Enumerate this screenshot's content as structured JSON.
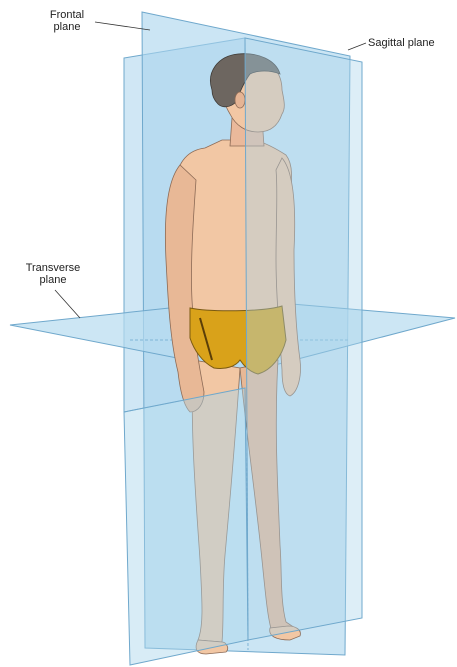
{
  "labels": {
    "frontal": [
      "Frontal",
      "plane"
    ],
    "sagittal": "Sagittal plane",
    "transverse": [
      "Transverse",
      "plane"
    ]
  },
  "colors": {
    "plane_fill": "#a9d4ec",
    "plane_edge": "#6fa8cc",
    "skin": "#f2c7a4",
    "skin_shadow": "#c9a48a",
    "hair": "#6d6660",
    "briefs": "#d9a21a",
    "leader_line": "#333333"
  }
}
